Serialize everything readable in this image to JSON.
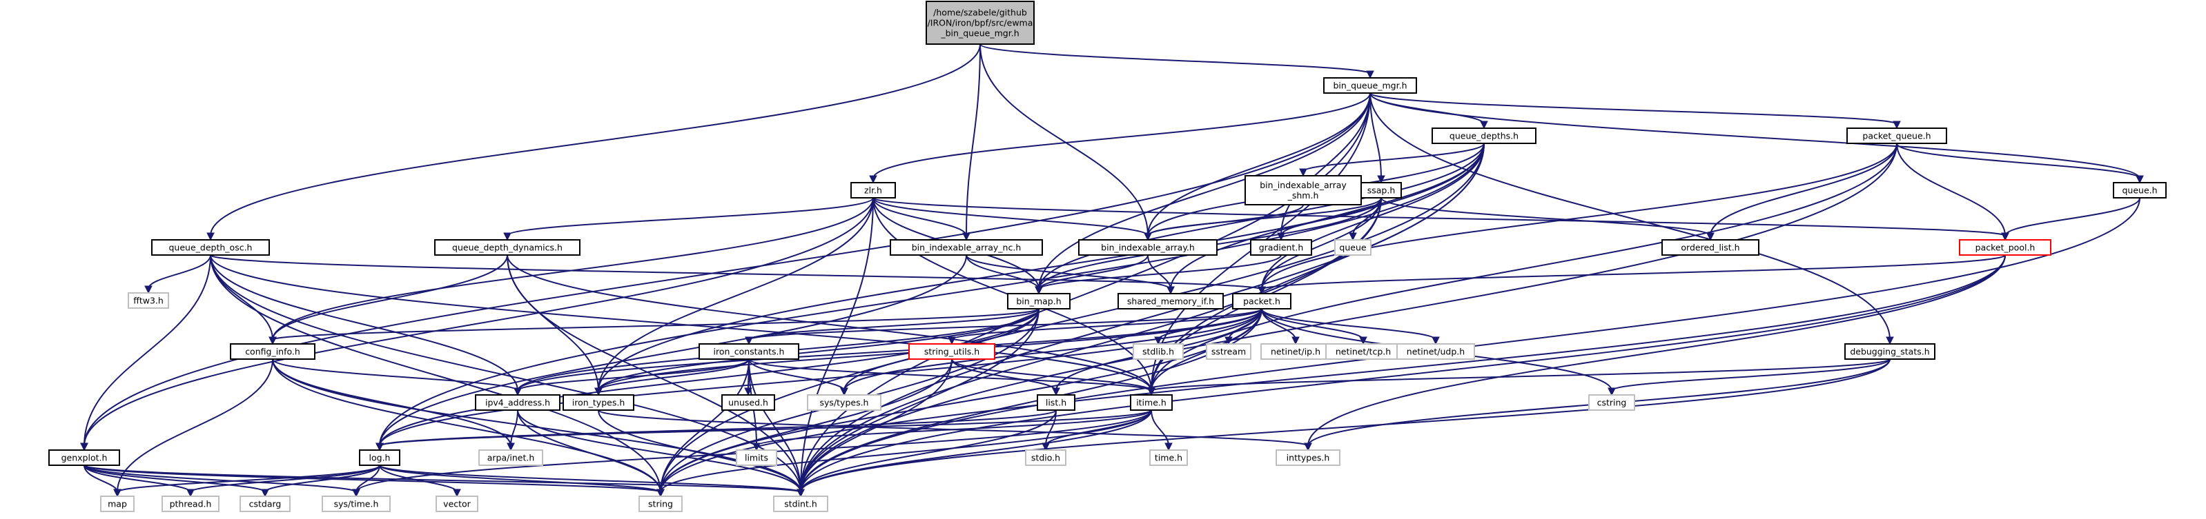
{
  "graph": {
    "nodes": [
      {
        "id": "root",
        "lines": [
          "/home/szabele/github",
          "/IRON/iron/bpf/src/ewma",
          "_bin_queue_mgr.h"
        ],
        "style": "root"
      },
      {
        "id": "bqm",
        "lines": [
          "bin_queue_mgr.h"
        ],
        "style": "normal"
      },
      {
        "id": "genxplot",
        "lines": [
          "genxplot.h"
        ],
        "style": "normal"
      },
      {
        "id": "qdosc",
        "lines": [
          "queue_depth_osc.h"
        ],
        "style": "normal"
      },
      {
        "id": "zlr",
        "lines": [
          "zlr.h"
        ],
        "style": "normal"
      },
      {
        "id": "qdepths",
        "lines": [
          "queue_depths.h"
        ],
        "style": "normal"
      },
      {
        "id": "pktqueue",
        "lines": [
          "packet_queue.h"
        ],
        "style": "normal"
      },
      {
        "id": "queue",
        "lines": [
          "queue.h"
        ],
        "style": "normal"
      },
      {
        "id": "biashm",
        "lines": [
          "bin_indexable_array",
          "_shm.h"
        ],
        "style": "normal"
      },
      {
        "id": "ssap",
        "lines": [
          "ssap.h"
        ],
        "style": "normal"
      },
      {
        "id": "qdd",
        "lines": [
          "queue_depth_dynamics.h"
        ],
        "style": "normal"
      },
      {
        "id": "bianc",
        "lines": [
          "bin_indexable_array_nc.h"
        ],
        "style": "normal"
      },
      {
        "id": "bia",
        "lines": [
          "bin_indexable_array.h"
        ],
        "style": "normal"
      },
      {
        "id": "gradient",
        "lines": [
          "gradient.h"
        ],
        "style": "normal"
      },
      {
        "id": "queuestd",
        "lines": [
          "queue"
        ],
        "style": "gray"
      },
      {
        "id": "orderedlist",
        "lines": [
          "ordered_list.h"
        ],
        "style": "normal"
      },
      {
        "id": "pktpool",
        "lines": [
          "packet_pool.h"
        ],
        "style": "red"
      },
      {
        "id": "fftw3",
        "lines": [
          "fftw3.h"
        ],
        "style": "gray"
      },
      {
        "id": "binmap",
        "lines": [
          "bin_map.h"
        ],
        "style": "normal"
      },
      {
        "id": "shm",
        "lines": [
          "shared_memory_if.h"
        ],
        "style": "normal"
      },
      {
        "id": "packet",
        "lines": [
          "packet.h"
        ],
        "style": "normal"
      },
      {
        "id": "configinfo",
        "lines": [
          "config_info.h"
        ],
        "style": "normal"
      },
      {
        "id": "ironconst",
        "lines": [
          "iron_constants.h"
        ],
        "style": "normal"
      },
      {
        "id": "stringutils",
        "lines": [
          "string_utils.h"
        ],
        "style": "red"
      },
      {
        "id": "stdlib",
        "lines": [
          "stdlib.h"
        ],
        "style": "gray"
      },
      {
        "id": "sstream",
        "lines": [
          "sstream"
        ],
        "style": "gray"
      },
      {
        "id": "netip",
        "lines": [
          "netinet/ip.h"
        ],
        "style": "gray"
      },
      {
        "id": "nettcp",
        "lines": [
          "netinet/tcp.h"
        ],
        "style": "gray"
      },
      {
        "id": "netudp",
        "lines": [
          "netinet/udp.h"
        ],
        "style": "gray"
      },
      {
        "id": "debugstats",
        "lines": [
          "debugging_stats.h"
        ],
        "style": "normal"
      },
      {
        "id": "ipv4",
        "lines": [
          "ipv4_address.h"
        ],
        "style": "normal"
      },
      {
        "id": "irontypes",
        "lines": [
          "iron_types.h"
        ],
        "style": "normal"
      },
      {
        "id": "unused",
        "lines": [
          "unused.h"
        ],
        "style": "normal"
      },
      {
        "id": "systypes",
        "lines": [
          "sys/types.h"
        ],
        "style": "gray"
      },
      {
        "id": "list",
        "lines": [
          "list.h"
        ],
        "style": "normal"
      },
      {
        "id": "itime",
        "lines": [
          "itime.h"
        ],
        "style": "normal"
      },
      {
        "id": "cstring",
        "lines": [
          "cstring"
        ],
        "style": "gray"
      },
      {
        "id": "arpainet",
        "lines": [
          "arpa/inet.h"
        ],
        "style": "gray"
      },
      {
        "id": "log",
        "lines": [
          "log.h"
        ],
        "style": "normal"
      },
      {
        "id": "limits",
        "lines": [
          "limits"
        ],
        "style": "gray"
      },
      {
        "id": "stdio",
        "lines": [
          "stdio.h"
        ],
        "style": "gray"
      },
      {
        "id": "timeh",
        "lines": [
          "time.h"
        ],
        "style": "gray"
      },
      {
        "id": "inttypes",
        "lines": [
          "inttypes.h"
        ],
        "style": "gray"
      },
      {
        "id": "map",
        "lines": [
          "map"
        ],
        "style": "gray"
      },
      {
        "id": "pthread",
        "lines": [
          "pthread.h"
        ],
        "style": "gray"
      },
      {
        "id": "cstdarg",
        "lines": [
          "cstdarg"
        ],
        "style": "gray"
      },
      {
        "id": "systime",
        "lines": [
          "sys/time.h"
        ],
        "style": "gray"
      },
      {
        "id": "vector",
        "lines": [
          "vector"
        ],
        "style": "gray"
      },
      {
        "id": "string",
        "lines": [
          "string"
        ],
        "style": "gray"
      },
      {
        "id": "stdint",
        "lines": [
          "stdint.h"
        ],
        "style": "gray"
      }
    ],
    "edges": [
      [
        "root",
        "bqm"
      ],
      [
        "root",
        "qdosc"
      ],
      [
        "root",
        "bianc"
      ],
      [
        "root",
        "bia"
      ],
      [
        "bqm",
        "genxplot"
      ],
      [
        "bqm",
        "zlr"
      ],
      [
        "bqm",
        "qdepths"
      ],
      [
        "bqm",
        "pktqueue"
      ],
      [
        "bqm",
        "queue"
      ],
      [
        "bqm",
        "ssap"
      ],
      [
        "bqm",
        "bia"
      ],
      [
        "bqm",
        "gradient"
      ],
      [
        "bqm",
        "binmap"
      ],
      [
        "bqm",
        "debugstats"
      ],
      [
        "bqm",
        "itime"
      ],
      [
        "bqm",
        "stdint"
      ],
      [
        "qdepths",
        "biashm"
      ],
      [
        "qdepths",
        "bia"
      ],
      [
        "qdepths",
        "binmap"
      ],
      [
        "qdepths",
        "packet"
      ],
      [
        "qdepths",
        "shm"
      ],
      [
        "qdepths",
        "itime"
      ],
      [
        "qdepths",
        "irontypes"
      ],
      [
        "qdepths",
        "string"
      ],
      [
        "qdepths",
        "stdint"
      ],
      [
        "qdepths",
        "log"
      ],
      [
        "biashm",
        "bia"
      ],
      [
        "pktqueue",
        "orderedlist"
      ],
      [
        "pktqueue",
        "pktpool"
      ],
      [
        "pktqueue",
        "queue"
      ],
      [
        "pktqueue",
        "itime"
      ],
      [
        "pktqueue",
        "packet"
      ],
      [
        "pktqueue",
        "stdint"
      ],
      [
        "queue",
        "pktpool"
      ],
      [
        "queue",
        "stdint"
      ],
      [
        "ssap",
        "queuestd"
      ],
      [
        "ssap",
        "gradient"
      ],
      [
        "ssap",
        "orderedlist"
      ],
      [
        "ssap",
        "bia"
      ],
      [
        "ssap",
        "packet"
      ],
      [
        "ssap",
        "binmap"
      ],
      [
        "ssap",
        "itime"
      ],
      [
        "ssap",
        "stdint"
      ],
      [
        "zlr",
        "qdd"
      ],
      [
        "zlr",
        "bianc"
      ],
      [
        "zlr",
        "bia"
      ],
      [
        "zlr",
        "pktpool"
      ],
      [
        "zlr",
        "configinfo"
      ],
      [
        "zlr",
        "genxplot"
      ],
      [
        "zlr",
        "binmap"
      ],
      [
        "zlr",
        "itime"
      ],
      [
        "zlr",
        "irontypes"
      ],
      [
        "zlr",
        "stdint"
      ],
      [
        "qdosc",
        "fftw3"
      ],
      [
        "qdosc",
        "configinfo"
      ],
      [
        "qdosc",
        "genxplot"
      ],
      [
        "qdosc",
        "packet"
      ],
      [
        "qdosc",
        "itime"
      ],
      [
        "qdosc",
        "ipv4"
      ],
      [
        "qdosc",
        "string"
      ],
      [
        "qdosc",
        "stdint"
      ],
      [
        "qdd",
        "configinfo"
      ],
      [
        "qdd",
        "irontypes"
      ],
      [
        "qdd",
        "itime"
      ],
      [
        "qdd",
        "stdint"
      ],
      [
        "bianc",
        "binmap"
      ],
      [
        "bianc",
        "shm"
      ],
      [
        "bianc",
        "log"
      ],
      [
        "bia",
        "binmap"
      ],
      [
        "bia",
        "shm"
      ],
      [
        "gradient",
        "binmap"
      ],
      [
        "pktpool",
        "packet"
      ],
      [
        "pktpool",
        "inttypes"
      ],
      [
        "pktpool",
        "stdint"
      ],
      [
        "pktpool",
        "string"
      ],
      [
        "binmap",
        "ironconst"
      ],
      [
        "binmap",
        "ipv4"
      ],
      [
        "binmap",
        "irontypes"
      ],
      [
        "binmap",
        "configinfo"
      ],
      [
        "binmap",
        "systypes"
      ],
      [
        "binmap",
        "log"
      ],
      [
        "binmap",
        "string"
      ],
      [
        "binmap",
        "stdint"
      ],
      [
        "packet",
        "ironconst"
      ],
      [
        "packet",
        "stringutils"
      ],
      [
        "packet",
        "stdlib"
      ],
      [
        "packet",
        "sstream"
      ],
      [
        "packet",
        "netip"
      ],
      [
        "packet",
        "nettcp"
      ],
      [
        "packet",
        "netudp"
      ],
      [
        "packet",
        "cstring"
      ],
      [
        "packet",
        "itime"
      ],
      [
        "packet",
        "list"
      ],
      [
        "packet",
        "ipv4"
      ],
      [
        "packet",
        "irontypes"
      ],
      [
        "packet",
        "systypes"
      ],
      [
        "packet",
        "string"
      ],
      [
        "packet",
        "stdint"
      ],
      [
        "packet",
        "log"
      ],
      [
        "configinfo",
        "ipv4"
      ],
      [
        "configinfo",
        "arpainet"
      ],
      [
        "configinfo",
        "map"
      ],
      [
        "configinfo",
        "string"
      ],
      [
        "configinfo",
        "stdint"
      ],
      [
        "ironconst",
        "ipv4"
      ],
      [
        "ironconst",
        "irontypes"
      ],
      [
        "ironconst",
        "unused"
      ],
      [
        "ironconst",
        "systypes"
      ],
      [
        "ironconst",
        "itime"
      ],
      [
        "ironconst",
        "limits"
      ],
      [
        "ironconst",
        "string"
      ],
      [
        "ironconst",
        "stdint"
      ],
      [
        "stringutils",
        "list"
      ],
      [
        "stringutils",
        "itime"
      ],
      [
        "stringutils",
        "string"
      ],
      [
        "stringutils",
        "stdint"
      ],
      [
        "debugstats",
        "itime"
      ],
      [
        "debugstats",
        "cstring"
      ],
      [
        "debugstats",
        "inttypes"
      ],
      [
        "debugstats",
        "stdint"
      ],
      [
        "ipv4",
        "arpainet"
      ],
      [
        "ipv4",
        "string"
      ],
      [
        "ipv4",
        "stdint"
      ],
      [
        "irontypes",
        "inttypes"
      ],
      [
        "irontypes",
        "stdint"
      ],
      [
        "list",
        "stdio"
      ],
      [
        "list",
        "log"
      ],
      [
        "list",
        "stdint"
      ],
      [
        "itime",
        "log"
      ],
      [
        "itime",
        "limits"
      ],
      [
        "itime",
        "stdio"
      ],
      [
        "itime",
        "timeh"
      ],
      [
        "itime",
        "systime"
      ],
      [
        "itime",
        "string"
      ],
      [
        "itime",
        "stdint"
      ],
      [
        "log",
        "map"
      ],
      [
        "log",
        "pthread"
      ],
      [
        "log",
        "cstdarg"
      ],
      [
        "log",
        "systime"
      ],
      [
        "log",
        "vector"
      ],
      [
        "log",
        "string"
      ],
      [
        "log",
        "stdint"
      ],
      [
        "genxplot",
        "map"
      ],
      [
        "genxplot",
        "pthread"
      ],
      [
        "genxplot",
        "cstdarg"
      ],
      [
        "genxplot",
        "systime"
      ],
      [
        "genxplot",
        "string"
      ],
      [
        "genxplot",
        "stdint"
      ]
    ]
  }
}
